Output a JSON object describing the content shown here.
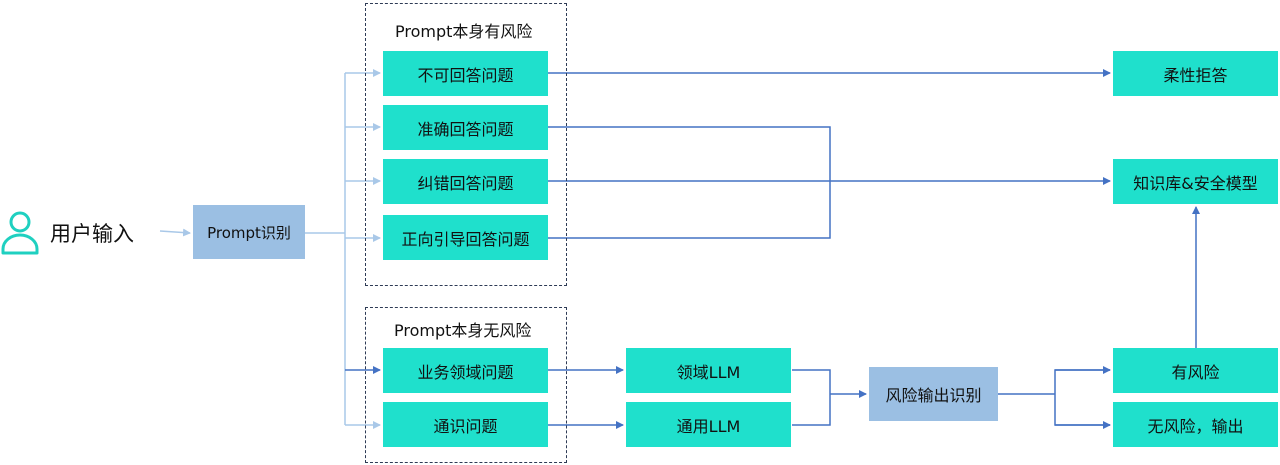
{
  "user": {
    "icon": "user-icon",
    "label": "用户输入"
  },
  "nodes": {
    "prompt_recog": "Prompt识别",
    "group_risk_title": "Prompt本身有风险",
    "group_norisk_title": "Prompt本身无风险",
    "unanswerable": "不可回答问题",
    "accurate": "准确回答问题",
    "correction": "纠错回答问题",
    "positive": "正向引导回答问题",
    "business": "业务领域问题",
    "common": "通识问题",
    "domain_llm": "领域LLM",
    "general_llm": "通用LLM",
    "risk_output": "风险输出识别",
    "soft_refuse": "柔性拒答",
    "kb_model": "知识库&安全模型",
    "has_risk": "有风险",
    "no_risk": "无风险，输出"
  },
  "colors": {
    "teal": "#1fe0cc",
    "blue_box": "#9bbfe3",
    "arrow_dark": "#4472c4",
    "arrow_light": "#a9c8e8",
    "icon": "#1fd0c0"
  }
}
